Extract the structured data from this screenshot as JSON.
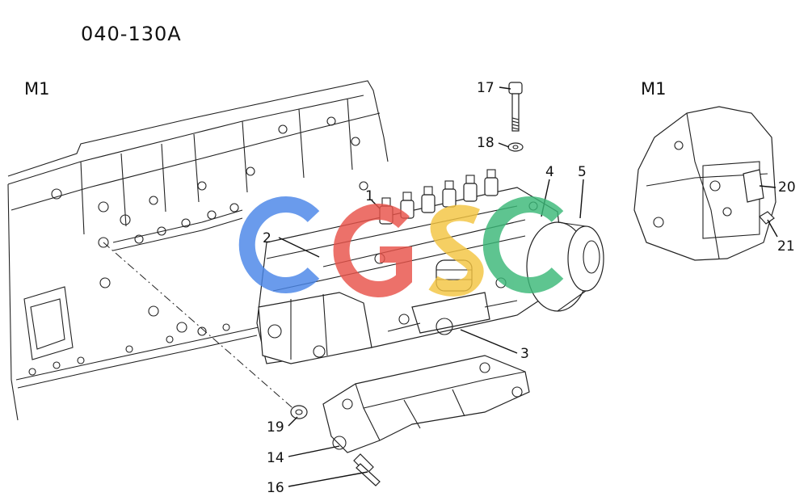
{
  "diagram": {
    "title": "040-130A",
    "views": [
      {
        "label": "M1"
      },
      {
        "label": "M1"
      }
    ],
    "callouts": [
      "1",
      "2",
      "3",
      "4",
      "5",
      "14",
      "16",
      "17",
      "18",
      "19",
      "20",
      "21"
    ],
    "watermark": {
      "text": "CGSC",
      "colors": [
        "#4a86e8",
        "#e8534a",
        "#f4c542",
        "#3bb878"
      ]
    }
  }
}
